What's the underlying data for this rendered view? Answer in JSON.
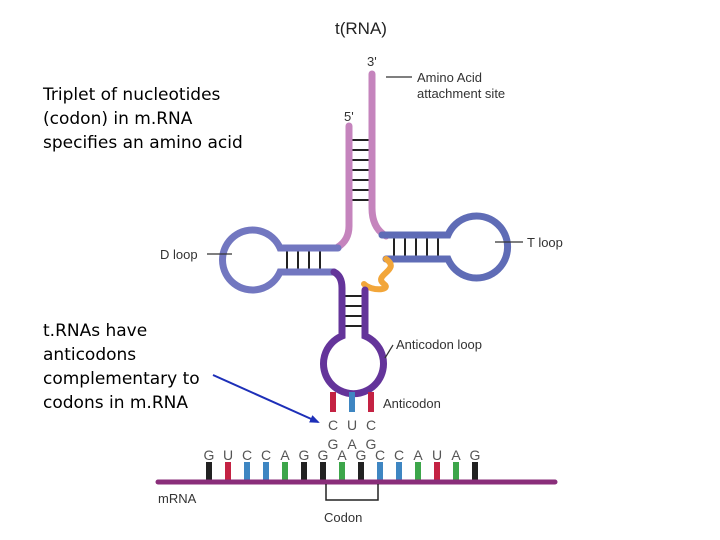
{
  "title": "t(RNA)",
  "colors": {
    "acceptor_stem": "#c584bd",
    "d_loop": "#7277c0",
    "t_loop": "#5f6cb6",
    "anticodon_arm": "#64349a",
    "variable_loop": "#f2a63a",
    "mrna_strand": "#8a2e7a",
    "base_red": "#c42243",
    "base_blue": "#3e86c2",
    "base_green": "#3da64a",
    "base_black": "#222222",
    "arrow": "#1d2fb8"
  },
  "notes": {
    "codon_note": "Triplet of nucleotides\n(codon) in m.RNA\nspecifies an amino acid",
    "anticodon_note": "t.RNAs have\nanticodons\ncomplementary to\ncodons in m.RNA"
  },
  "labels": {
    "three_prime": "3'",
    "five_prime": "5'",
    "amino_acid_site_line1": "Amino Acid",
    "amino_acid_site_line2": "attachment site",
    "d_loop": "D loop",
    "t_loop": "T loop",
    "anticodon_loop": "Anticodon loop",
    "anticodon": "Anticodon",
    "mrna": "mRNA",
    "codon": "Codon"
  },
  "anticodon_bases": {
    "top": [
      "C",
      "U",
      "C"
    ],
    "bottom": [
      "G",
      "A",
      "G"
    ]
  },
  "mrna_bases": [
    {
      "letter": "G",
      "color": "base_black"
    },
    {
      "letter": "U",
      "color": "base_red"
    },
    {
      "letter": "C",
      "color": "base_blue"
    },
    {
      "letter": "C",
      "color": "base_blue"
    },
    {
      "letter": "A",
      "color": "base_green"
    },
    {
      "letter": "G",
      "color": "base_black"
    },
    {
      "letter": "G",
      "color": "base_black"
    },
    {
      "letter": "A",
      "color": "base_green"
    },
    {
      "letter": "G",
      "color": "base_black"
    },
    {
      "letter": "C",
      "color": "base_blue"
    },
    {
      "letter": "C",
      "color": "base_blue"
    },
    {
      "letter": "A",
      "color": "base_green"
    },
    {
      "letter": "U",
      "color": "base_red"
    },
    {
      "letter": "A",
      "color": "base_green"
    },
    {
      "letter": "G",
      "color": "base_black"
    }
  ]
}
